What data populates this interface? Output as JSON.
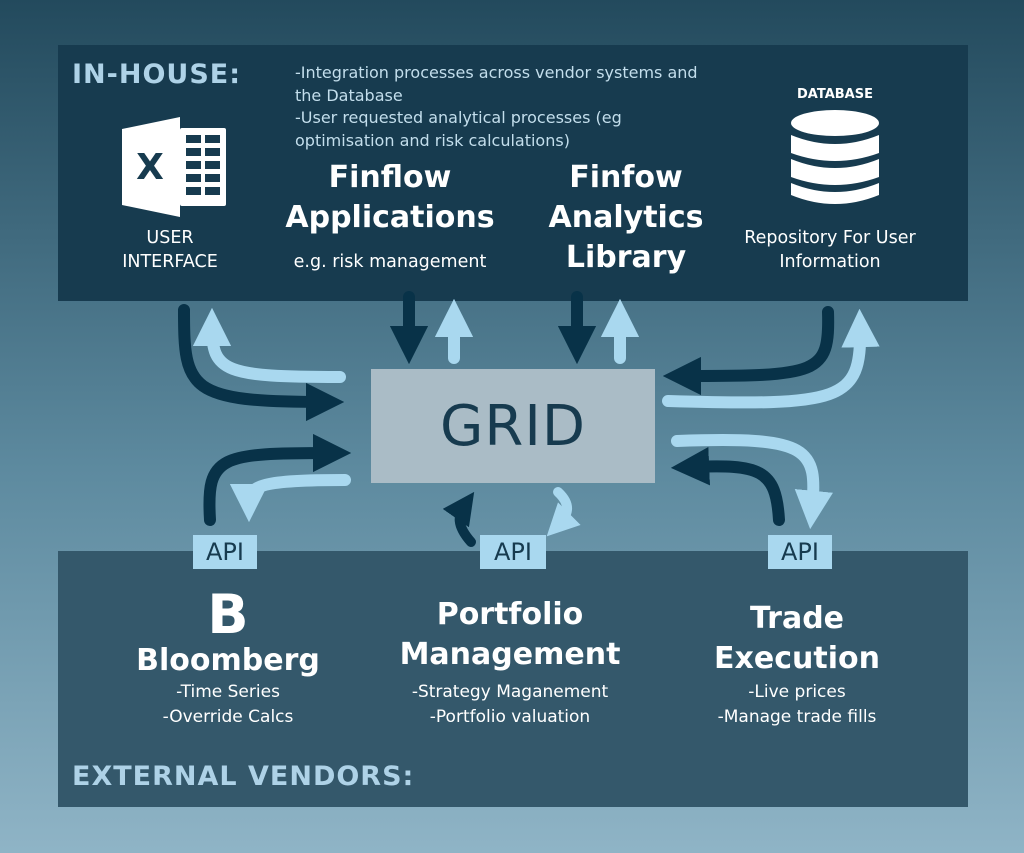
{
  "inhouse": {
    "title": "IN-HOUSE:",
    "notes": [
      "-Integration processes across vendor systems and",
      "the Database",
      "-User requested analytical processes (eg",
      "optimisation and risk calculations)"
    ],
    "excel": {
      "icon": "excel-icon",
      "glyph": "X",
      "label_lines": [
        "USER",
        "INTERFACE"
      ]
    },
    "finflow_apps": {
      "title_lines": [
        "Finflow",
        "Applications"
      ],
      "subtitle": "e.g. risk management"
    },
    "finfow_lib": {
      "title_lines": [
        "Finfow",
        "Analytics",
        "Library"
      ]
    },
    "database": {
      "icon": "database-icon",
      "caption": "DATABASE",
      "label_lines": [
        "Repository For User",
        "Information"
      ]
    }
  },
  "grid": {
    "label": "GRID"
  },
  "api_label": "API",
  "external": {
    "title": "EXTERNAL VENDORS:",
    "bloomberg": {
      "logo": "B",
      "name": "Bloomberg",
      "items": [
        "-Time Series",
        "-Override Calcs"
      ]
    },
    "portfolio": {
      "title_lines": [
        "Portfolio",
        "Management"
      ],
      "items": [
        "-Strategy Maganement",
        "-Portfolio valuation"
      ]
    },
    "trade": {
      "title_lines": [
        "Trade",
        "Execution"
      ],
      "items": [
        "-Live prices",
        "-Manage trade fills"
      ]
    }
  },
  "colors": {
    "dark_arrow": "#083248",
    "light_arrow": "#a9d8ef",
    "grid_box": "#aabcc6"
  }
}
